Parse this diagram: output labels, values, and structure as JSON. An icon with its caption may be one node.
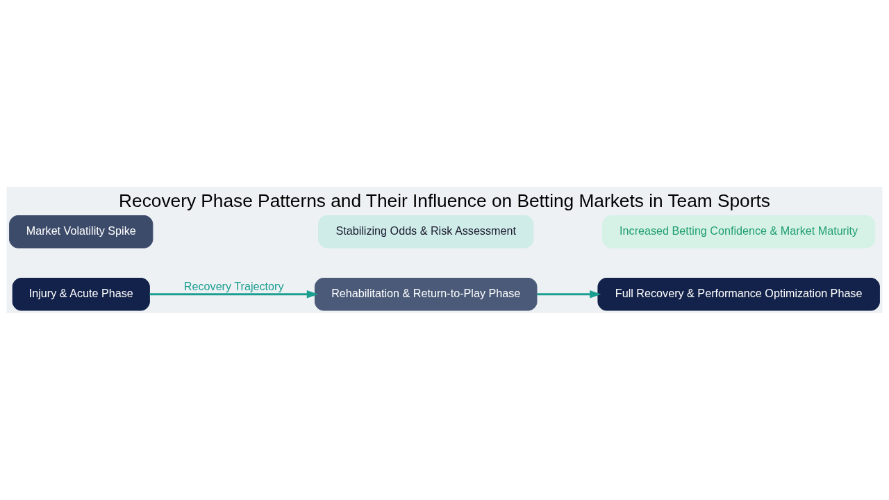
{
  "diagram": {
    "title": "Recovery Phase Patterns and Their Influence on Betting Markets in Team Sports",
    "nodes": [
      {
        "text": [
          "Injury & Acute Phase"
        ]
      },
      {
        "text": [
          "Rehabilitation & Return-to-Play Phase"
        ]
      },
      {
        "text": [
          "Full Recovery & Performance Optimization Phase"
        ]
      },
      {
        "text": [
          "Market Volatility Spike"
        ]
      },
      {
        "text": [
          "Stabilizing Odds & Risk Assessment"
        ]
      },
      {
        "text": [
          "Increased Betting Confidence & Market Maturity"
        ]
      }
    ],
    "edges": [
      {
        "from": 0,
        "to": 1,
        "arrow": "to",
        "label": "Recovery Trajectory"
      },
      {
        "from": 1,
        "to": 2,
        "arrow": "to"
      }
    ]
  }
}
